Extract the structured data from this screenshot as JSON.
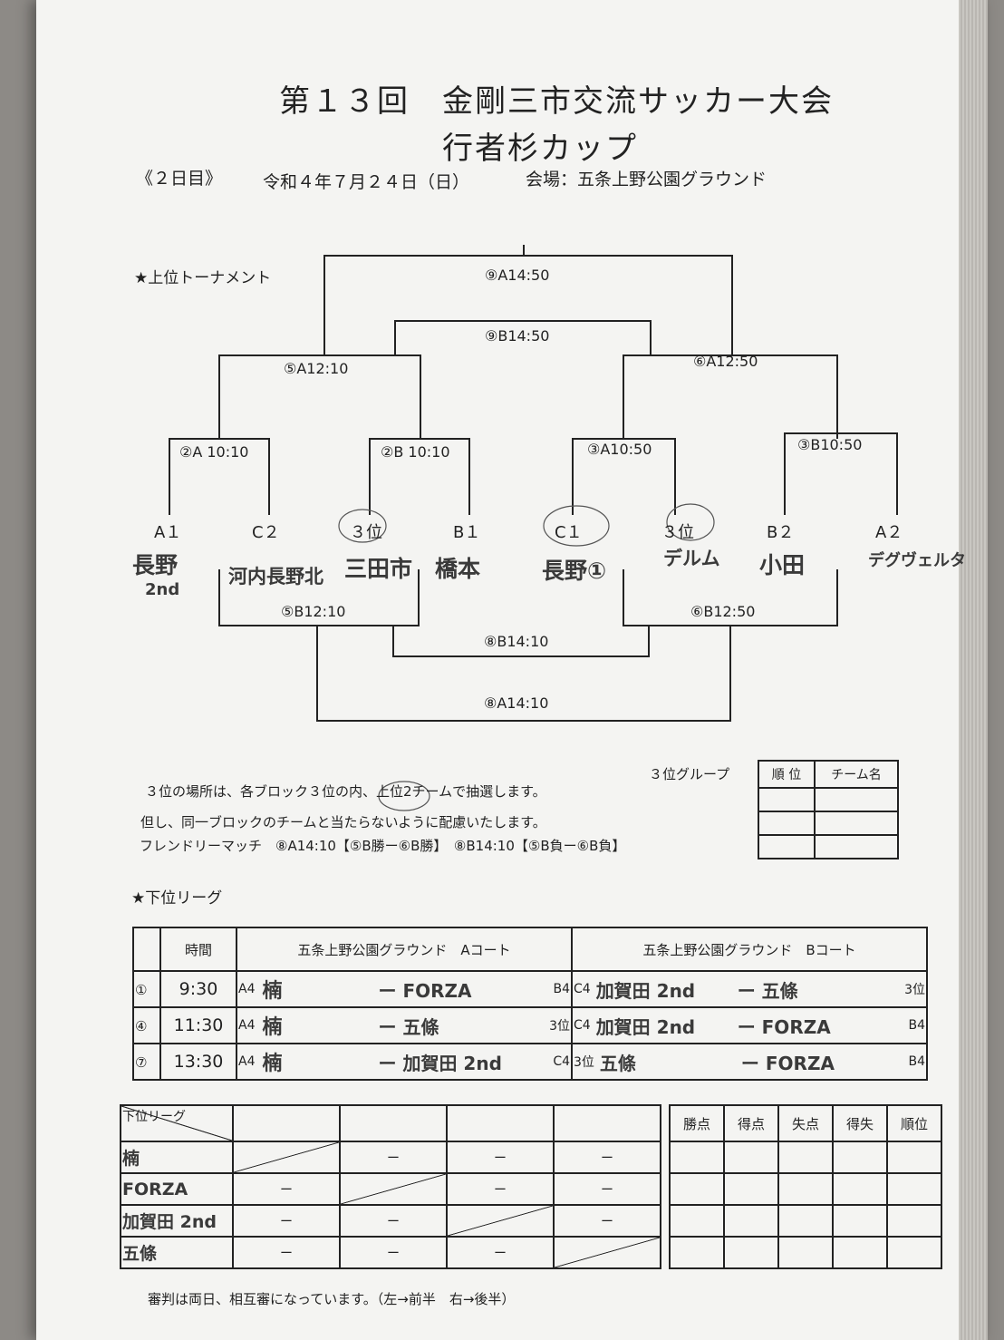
{
  "header": {
    "title": "第１３回　金剛三市交流サッカー大会",
    "subtitle": "行者杉カップ",
    "info_day": "《２日目》",
    "info_date": "令和４年７月２４日（日）",
    "info_venue": "会場：五条上野公園グラウンド"
  },
  "upper": {
    "heading": "★上位トーナメント",
    "matches": {
      "m9a": "⑨A14:50",
      "m9b": "⑨B14:50",
      "m5a": "⑤A12:10",
      "m6a": "⑥A12:50",
      "m2a": "②A 10:10",
      "m2b": "②B 10:10",
      "m3a": "③A10:50",
      "m3b": "③B10:50",
      "m5b": "⑤B12:10",
      "m6b": "⑥B12:50",
      "m8b": "⑧B14:10",
      "m8a": "⑧A14:10"
    },
    "slots": [
      {
        "seed": "A１",
        "team": "長野",
        "team2": "2nd"
      },
      {
        "seed": "C２",
        "team": "河内長野北",
        "team2": ""
      },
      {
        "seed": "３位",
        "team": "三田市",
        "team2": ""
      },
      {
        "seed": "B１",
        "team": "橋本",
        "team2": ""
      },
      {
        "seed": "C１",
        "team": "長野①",
        "team2": ""
      },
      {
        "seed": "３位",
        "team": "デルム",
        "team2": ""
      },
      {
        "seed": "B２",
        "team": "小田",
        "team2": ""
      },
      {
        "seed": "A２",
        "team": "デグヴェルタ",
        "team2": ""
      }
    ]
  },
  "notes": {
    "line1": "３位の場所は、各ブロック３位の内、上位2チームで抽選します。",
    "line2": "但し、同一ブロックのチームと当たらないように配慮いたします。",
    "line3": "フレンドリーマッチ　⑧A14:10【⑤B勝ー⑥B勝】　⑧B14:10【⑤B負ー⑥B負】"
  },
  "third_group": {
    "label": "３位グループ",
    "col_rank": "順 位",
    "col_team": "チーム名"
  },
  "lower": {
    "heading": "★下位リーグ",
    "col_time": "時間",
    "court_a": "五条上野公園グラウンド　Aコート",
    "court_b": "五条上野公園グラウンド　Bコート",
    "rows": [
      {
        "no": "①",
        "time": "9:30",
        "a_l": "A4",
        "a_t1": "楠",
        "a_t2": "ー FORZA",
        "a_r": "B4",
        "b_l": "C4",
        "b_t1": "加賀田 2nd",
        "b_t2": "ー 五條",
        "b_r": "3位"
      },
      {
        "no": "④",
        "time": "11:30",
        "a_l": "A4",
        "a_t1": "楠",
        "a_t2": "ー 五條",
        "a_r": "3位",
        "b_l": "C4",
        "b_t1": "加賀田 2nd",
        "b_t2": "ー FORZA",
        "b_r": "B4"
      },
      {
        "no": "⑦",
        "time": "13:30",
        "a_l": "A4",
        "a_t1": "楠",
        "a_t2": "ー 加賀田 2nd",
        "a_r": "C4",
        "b_l": "3位",
        "b_t1": "五條",
        "b_t2": "ー FORZA",
        "b_r": "B4"
      }
    ]
  },
  "league": {
    "corner": "下位リーグ",
    "teams": [
      "楠",
      "FORZA",
      "加賀田 2nd",
      "五條"
    ],
    "dash": "ー",
    "cols": [
      "勝点",
      "得点",
      "失点",
      "得失",
      "順位"
    ]
  },
  "footer": "審判は両日、相互審になっています。（左→前半　右→後半）"
}
